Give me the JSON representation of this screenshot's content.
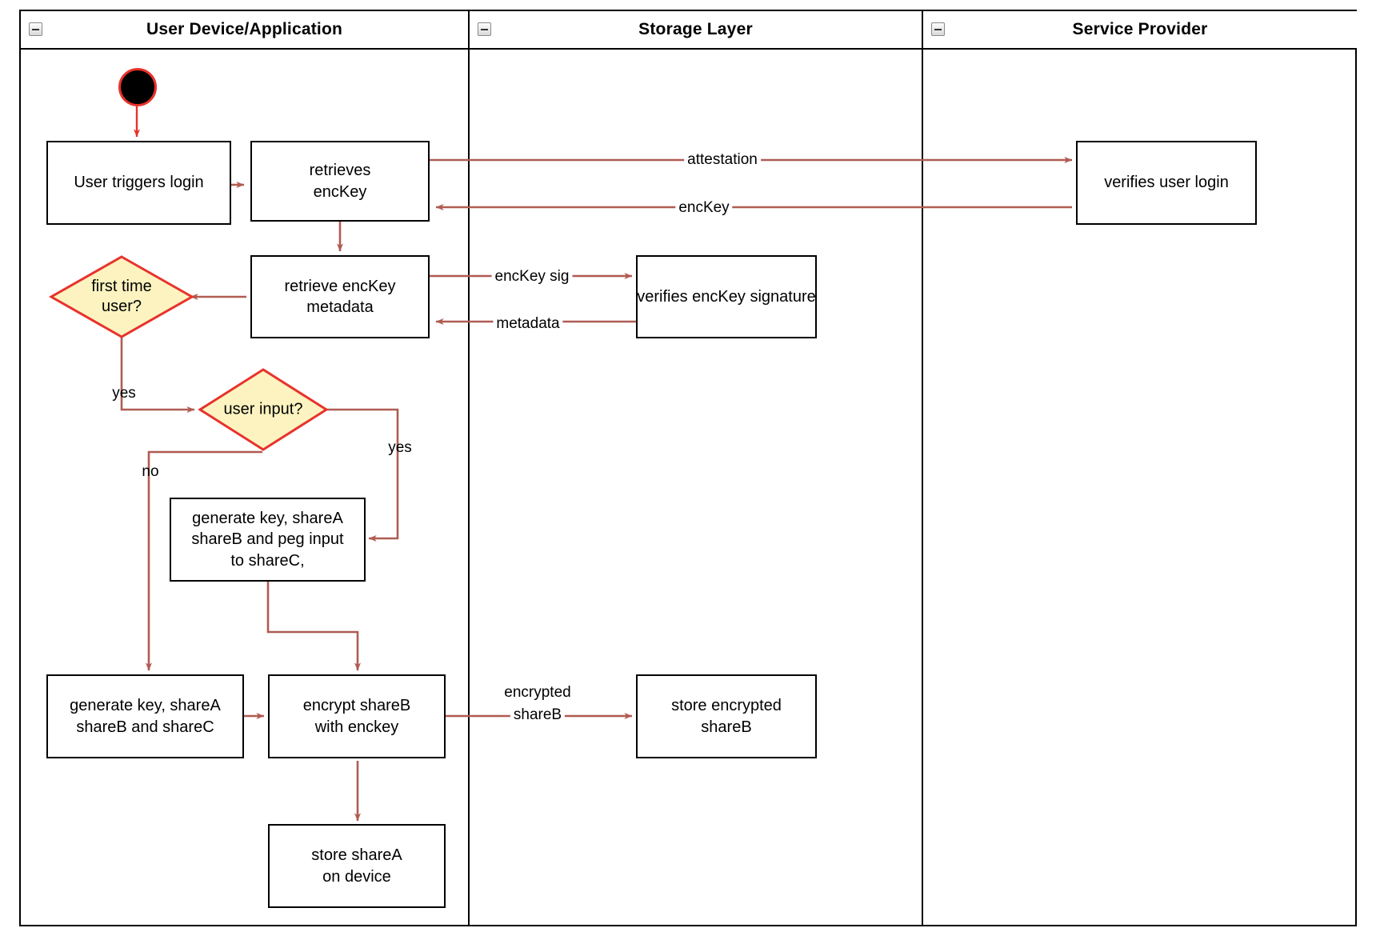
{
  "diagram": {
    "type": "swimlane-activity-diagram",
    "colors": {
      "edge": "#b05c52",
      "decision_fill": "#fcf3c0",
      "decision_stroke": "#e8322b",
      "node_stroke": "#000000",
      "start_fill": "#000000",
      "start_stroke": "#e8322b",
      "lane_stroke": "#000000"
    },
    "lanes": [
      {
        "id": "user",
        "title": "User Device/Application",
        "collapse_icon": "minus-icon"
      },
      {
        "id": "storage",
        "title": "Storage Layer",
        "collapse_icon": "minus-icon"
      },
      {
        "id": "provider",
        "title": "Service Provider",
        "collapse_icon": "minus-icon"
      }
    ],
    "start_node": {
      "name": "start-event"
    },
    "nodes": [
      {
        "id": "user-triggers-login",
        "lane": "user",
        "shape": "rect",
        "lines": [
          "User triggers login"
        ]
      },
      {
        "id": "retrieves-enckey",
        "lane": "user",
        "shape": "rect",
        "lines": [
          "retrieves",
          "encKey"
        ]
      },
      {
        "id": "retrieve-enckey-metadata",
        "lane": "user",
        "shape": "rect",
        "lines": [
          "retrieve encKey",
          "metadata"
        ]
      },
      {
        "id": "first-time-user",
        "lane": "user",
        "shape": "decision",
        "lines": [
          "first time",
          "user?"
        ]
      },
      {
        "id": "user-input",
        "lane": "user",
        "shape": "decision",
        "lines": [
          "user input?"
        ]
      },
      {
        "id": "generate-key-peg",
        "lane": "user",
        "shape": "rect",
        "lines": [
          "generate key, shareA",
          "shareB and peg input",
          "to shareC,"
        ]
      },
      {
        "id": "generate-key-shares",
        "lane": "user",
        "shape": "rect",
        "lines": [
          "generate key, shareA",
          "shareB and shareC"
        ]
      },
      {
        "id": "encrypt-shareb",
        "lane": "user",
        "shape": "rect",
        "lines": [
          "encrypt shareB",
          "with enckey"
        ]
      },
      {
        "id": "store-sharea-on-device",
        "lane": "user",
        "shape": "rect",
        "lines": [
          "store shareA",
          "on device"
        ]
      },
      {
        "id": "verifies-enckey-signature",
        "lane": "storage",
        "shape": "rect",
        "lines": [
          "verifies encKey signature"
        ]
      },
      {
        "id": "store-encrypted-shareb",
        "lane": "storage",
        "shape": "rect",
        "lines": [
          "store encrypted",
          "shareB"
        ]
      },
      {
        "id": "verifies-user-login",
        "lane": "provider",
        "shape": "rect",
        "lines": [
          "verifies user login"
        ]
      }
    ],
    "edge_labels": [
      {
        "id": "attestation",
        "text": "attestation"
      },
      {
        "id": "enckey",
        "text": "encKey"
      },
      {
        "id": "enckey-sig",
        "text": "encKey sig"
      },
      {
        "id": "metadata",
        "text": "metadata"
      },
      {
        "id": "yes-first-time",
        "text": "yes"
      },
      {
        "id": "yes-user-input",
        "text": "yes"
      },
      {
        "id": "no-user-input",
        "text": "no"
      },
      {
        "id": "encrypted-shareb-1",
        "text": "encrypted"
      },
      {
        "id": "encrypted-shareb-2",
        "text": "shareB"
      }
    ]
  }
}
